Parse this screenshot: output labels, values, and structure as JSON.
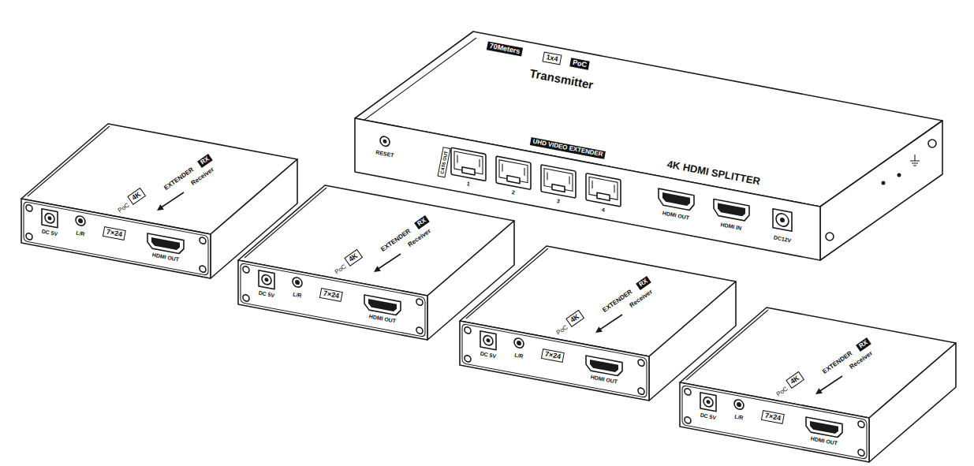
{
  "diagram": {
    "labels": [
      "70Meters",
      "1x4",
      "PoC",
      "Transmitter",
      "UHD VIDEO EXTENDER",
      "4K HDMI SPLITTER",
      "RESET",
      "CAT6 OUT",
      "1",
      "2",
      "3",
      "4",
      "HDMI OUT",
      "HDMI IN",
      "DC12V",
      "4K",
      "PoC",
      "EXTENDER",
      "RX",
      "Receiver",
      "DC 5V",
      "L/R",
      "7×24",
      "HDMI OUT",
      "4K",
      "PoC",
      "EXTENDER",
      "RX",
      "Receiver",
      "DC 5V",
      "L/R",
      "7×24",
      "HDMI OUT",
      "4K",
      "PoC",
      "EXTENDER",
      "RX",
      "Receiver",
      "DC 5V",
      "L/R",
      "7×24",
      "HDMI OUT",
      "4K",
      "PoC",
      "EXTENDER",
      "RX",
      "Receiver",
      "DC 5V",
      "L/R",
      "7×24",
      "HDMI OUT"
    ]
  }
}
